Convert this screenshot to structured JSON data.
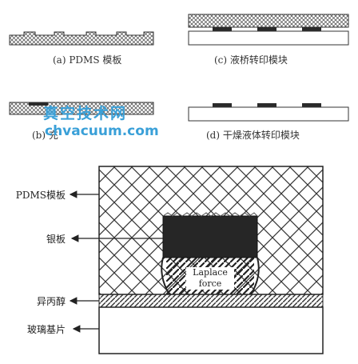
{
  "panels": {
    "a": "(a) PDMS 模板",
    "b": "(b) 充",
    "c": "(c) 液桥转印模块",
    "d": "(d) 干燥液体转印模块"
  },
  "watermark": {
    "line1": "真空技术网",
    "line2": "chvacuum.com"
  },
  "main_labels": {
    "pdms": "PDMS模板",
    "silver": "银板",
    "ipa": "异丙醇",
    "glass": "玻璃基片"
  },
  "force_label": {
    "line1": "Laplace",
    "line2": "force"
  },
  "colors": {
    "hatch": "#3a3a3a",
    "solid": "#2a2a2a",
    "watermark": "#3aa0d8"
  }
}
